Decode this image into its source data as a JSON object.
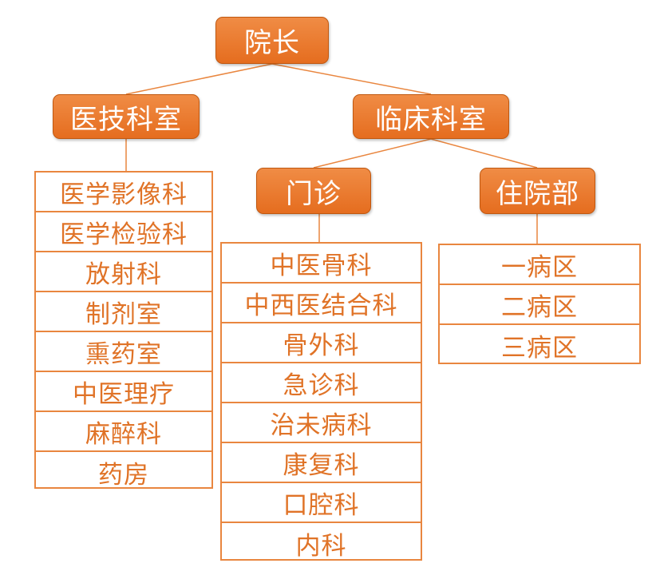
{
  "root": {
    "label": "院长"
  },
  "branches": {
    "tech": {
      "label": "医技科室",
      "items": [
        "医学影像科",
        "医学检验科",
        "放射科",
        "制剂室",
        "熏药室",
        "中医理疗",
        "麻醉科",
        "药房"
      ]
    },
    "clinical": {
      "label": "临床科室",
      "outpatient": {
        "label": "门诊",
        "items": [
          "中医骨科",
          "中西医结合科",
          "骨外科",
          "急诊科",
          "治未病科",
          "康复科",
          "口腔科",
          "内科"
        ]
      },
      "inpatient": {
        "label": "住院部",
        "items": [
          "一病区",
          "二病区",
          "三病区"
        ]
      }
    }
  },
  "colors": {
    "node_fill": "#e9772c",
    "node_border": "#c05810",
    "list_border": "#e9863f",
    "list_text": "#e07327",
    "connector": "#e9863f"
  }
}
